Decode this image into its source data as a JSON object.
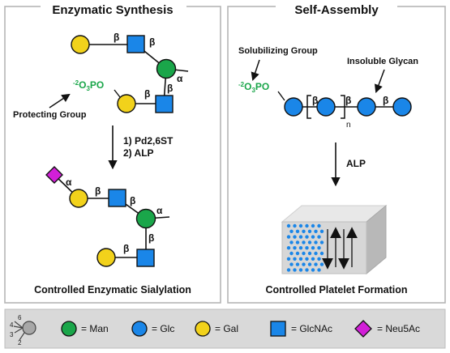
{
  "panels": {
    "left": {
      "title": "Enzymatic Synthesis",
      "caption": "Controlled Enzymatic Sialylation",
      "protecting_label": "Protecting Group",
      "phosphate_label": {
        "charge": "-2",
        "o": "O",
        "sub": "3",
        "po": "PO"
      },
      "steps": [
        "1) Pd2,6ST",
        "2) ALP"
      ],
      "linkage_beta": "β",
      "linkage_alpha": "α"
    },
    "right": {
      "title": "Self-Assembly",
      "caption": "Controlled Platelet Formation",
      "solubilizing_label": "Solubilizing Group",
      "insoluble_label": "Insoluble Glycan",
      "phosphate_label": {
        "charge": "-2",
        "o": "O",
        "sub": "3",
        "po": "PO"
      },
      "step": "ALP",
      "repeat_subscript": "n",
      "linkage_beta": "β"
    }
  },
  "legend": {
    "positions": [
      "6",
      "4",
      "3",
      "2"
    ],
    "items": [
      {
        "label": "= Man",
        "shape": "circle",
        "color": "#1aa64a"
      },
      {
        "label": "= Glc",
        "shape": "circle",
        "color": "#1a86e8"
      },
      {
        "label": "= Gal",
        "shape": "circle",
        "color": "#f2d21b"
      },
      {
        "label": "= GlcNAc",
        "shape": "square",
        "color": "#1a86e8"
      },
      {
        "label": "= Neu5Ac",
        "shape": "diamond",
        "color": "#d21fd8"
      }
    ]
  },
  "colors": {
    "man": "#1aa64a",
    "glc": "#1a86e8",
    "gal": "#f2d21b",
    "neu5ac": "#d21fd8",
    "phosphate": "#1aa64a",
    "panel_border": "#b5b5b5",
    "legend_bg": "#d9d9d9"
  }
}
